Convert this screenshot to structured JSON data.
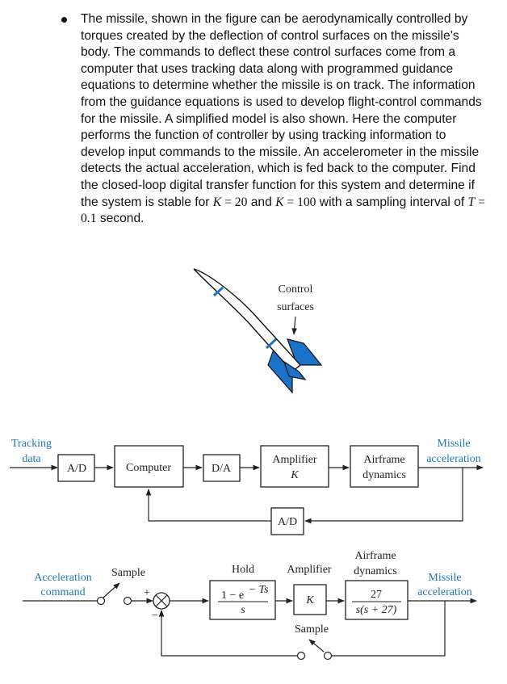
{
  "problem": {
    "text_before_k1": "The missile, shown in the figure can be aerodynamically controlled by torques created by the deflection of control surfaces on the missile’s body. The commands to deflect these control surfaces come from a computer that uses tracking data along with programmed guidance equations to determine whether the missile is on track. The information from the guidance equations is used to develop flight-control commands for the missile. A simplified model is also shown. Here the computer performs the function of controller by using tracking information to develop input commands to the missile. An accelerometer in the missile detects the actual acceleration, which is fed back to the computer. Find the closed-loop digital transfer function for this system and determine if the system is stable for ",
    "k_symbol": "K",
    "eq": " = ",
    "k_value_1": "20",
    "and_text": " and ",
    "k_value_2": "100",
    "sampling_text": " with a sampling interval of ",
    "t_symbol": "T",
    "t_value": "0.1",
    "unit_text": " second."
  },
  "missile": {
    "control_surfaces_line1": "Control",
    "control_surfaces_line2": "surfaces"
  },
  "block_diagram_1": {
    "input_line1": "Tracking",
    "input_line2": "data",
    "ad_label": "A/D",
    "computer_label": "Computer",
    "da_label": "D/A",
    "amplifier_label": "Amplifier",
    "amplifier_gain": "K",
    "airframe_line1": "Airframe",
    "airframe_line2": "dynamics",
    "output_line1": "Missile",
    "output_line2": "acceleration",
    "feedback_ad_label": "A/D"
  },
  "block_diagram_2": {
    "input_line1": "Acceleration",
    "input_line2": "command",
    "sample_label_1": "Sample",
    "plus_sign": "+",
    "minus_sign": "−",
    "hold_label": "Hold",
    "hold_numerator": "1 − e",
    "hold_exponent": "− Ts",
    "hold_denominator": "s",
    "amplifier_label": "Amplifier",
    "amplifier_gain": "K",
    "airframe_line1": "Airframe",
    "airframe_line2": "dynamics",
    "plant_numerator": "27",
    "plant_denominator": "s(s + 27)",
    "output_line1": "Missile",
    "output_line2": "acceleration",
    "sample_label_2": "Sample"
  },
  "colors": {
    "accent_blue": "#1f78b4",
    "missile_fin_blue": "#1a73c8"
  }
}
